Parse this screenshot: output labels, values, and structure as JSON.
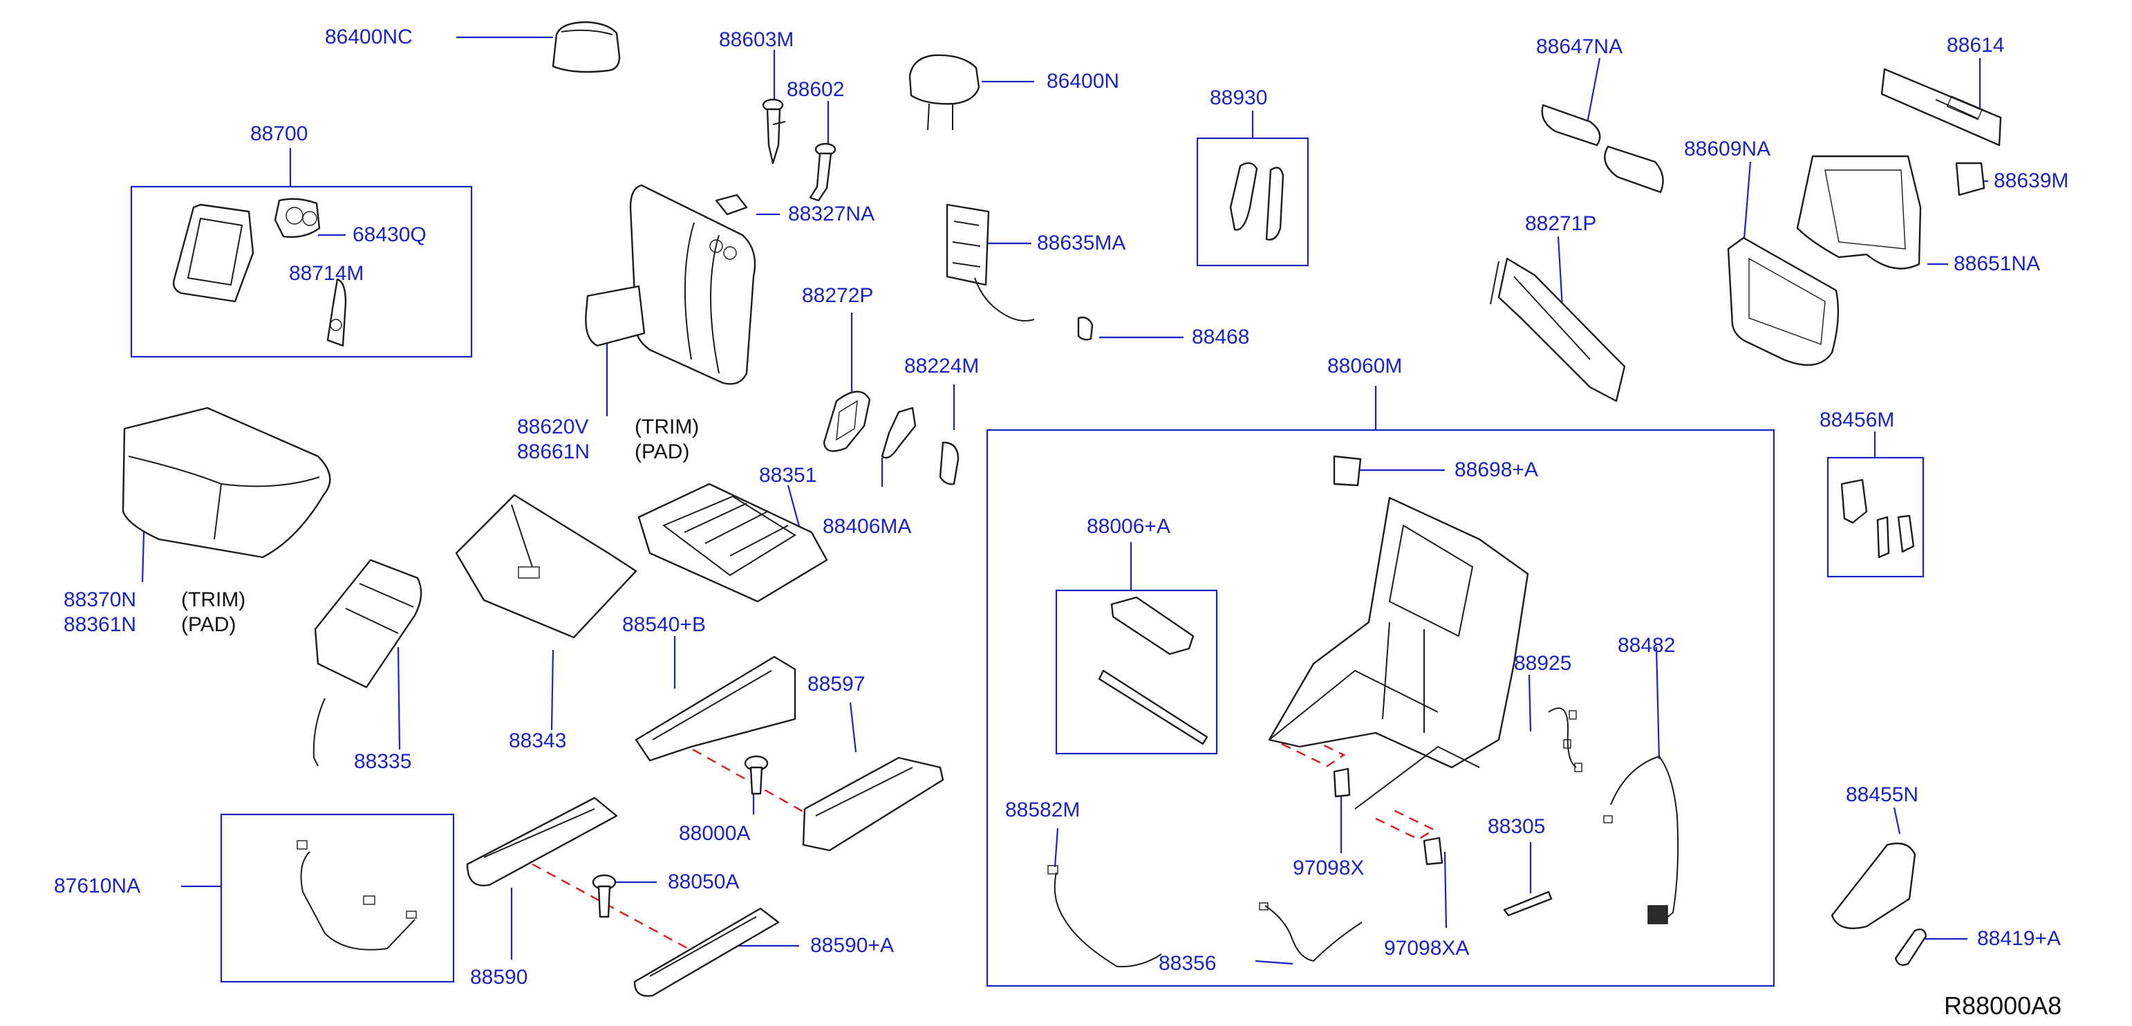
{
  "colors": {
    "label": "#1a24c4",
    "leader": "#1a24c4",
    "dashed_link": "#e01818",
    "part_outline": "#1c1c1c",
    "background": "#ffffff"
  },
  "parts": {
    "p86400NC": "86400NC",
    "p88603M": "88603M",
    "p88602": "88602",
    "p86400N": "86400N",
    "p88930": "88930",
    "p88647NA": "88647NA",
    "p88614": "88614",
    "p88700": "88700",
    "p68430Q": "68430Q",
    "p88714M": "88714M",
    "p88327NA": "88327NA",
    "p88635MA": "88635MA",
    "p88609NA": "88609NA",
    "p88639M": "88639M",
    "p88271P": "88271P",
    "p88651NA": "88651NA",
    "p88272P": "88272P",
    "p88468": "88468",
    "p88224M": "88224M",
    "p88060M": "88060M",
    "p88620V": "88620V",
    "p88661N": "88661N",
    "p88351": "88351",
    "p88698A": "88698+A",
    "p88456M": "88456M",
    "p88406MA": "88406MA",
    "p88006A": "88006+A",
    "p88370N": "88370N",
    "p88361N": "88361N",
    "p88540B": "88540+B",
    "p88925": "88925",
    "p88482": "88482",
    "p88597": "88597",
    "p88343": "88343",
    "p88335": "88335",
    "p88000A": "88000A",
    "p88582M": "88582M",
    "p88455N": "88455N",
    "p88305": "88305",
    "p97098X": "97098X",
    "p88050A": "88050A",
    "p87610NA": "87610NA",
    "p88590A": "88590+A",
    "p88419A": "88419+A",
    "p88356": "88356",
    "p97098XA": "97098XA",
    "p88590": "88590"
  },
  "notes": {
    "seatback_trim": "(TRIM)",
    "seatback_pad": "(PAD)",
    "cushion_trim": "(TRIM)",
    "cushion_pad": "(PAD)"
  },
  "reference_code": "R88000A8"
}
